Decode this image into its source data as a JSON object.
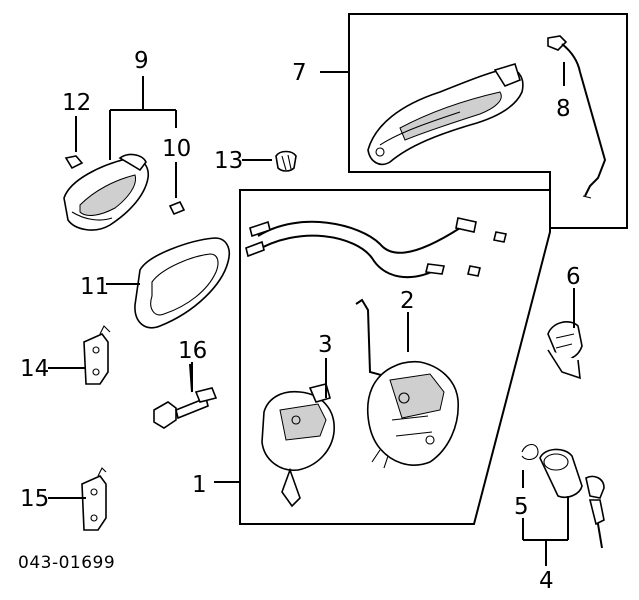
{
  "diagram": {
    "callouts": [
      "1",
      "2",
      "3",
      "4",
      "5",
      "6",
      "7",
      "8",
      "9",
      "10",
      "11",
      "12",
      "13",
      "14",
      "15",
      "16"
    ],
    "part_code": "043-01699"
  },
  "icons": [
    "door-handle",
    "lock-actuator",
    "rod",
    "cable",
    "key-cylinder",
    "clip",
    "grommet",
    "bracket",
    "door-check"
  ]
}
